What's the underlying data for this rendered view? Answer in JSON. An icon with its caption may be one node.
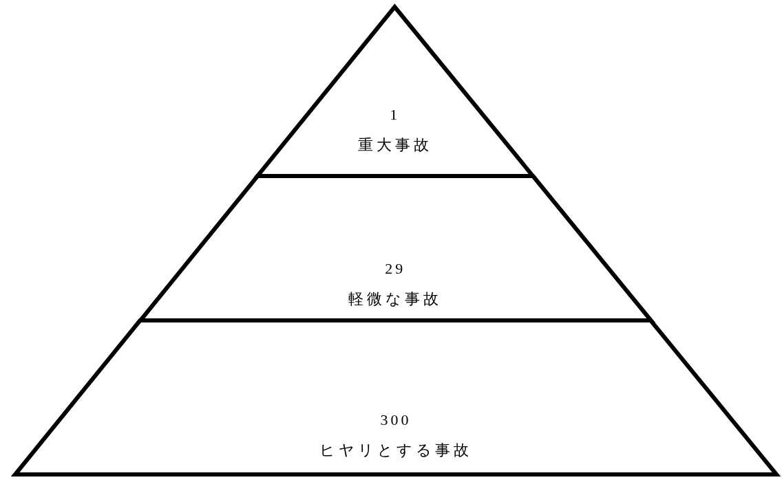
{
  "diagram": {
    "nodes": [
      {
        "text": [
          "1",
          "重大事故"
        ]
      },
      {
        "text": [
          "29",
          "軽微な事故"
        ]
      },
      {
        "text": [
          "300",
          "ヒヤリとする事故"
        ]
      }
    ]
  }
}
